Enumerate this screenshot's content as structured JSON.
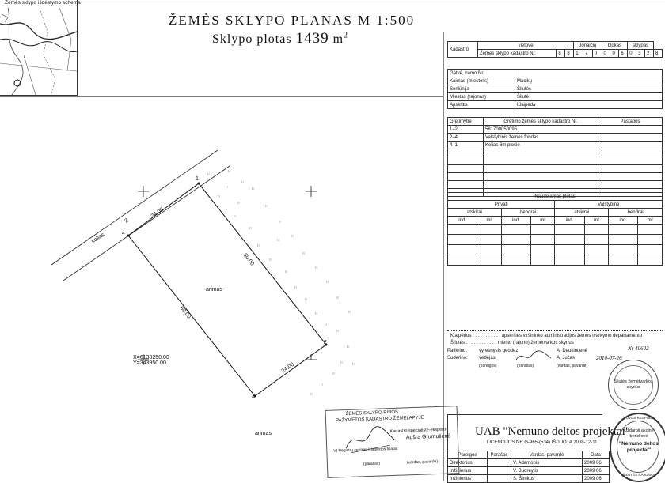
{
  "inset": {
    "caption": "Žemės sklypo išdėstymo schema"
  },
  "title": {
    "line1": "ŽEMĖS   SKLYPO   PLANAS   M 1:500",
    "area_label": "Sklypo   plotas",
    "area_value": "1439",
    "area_unit": "m",
    "area_exp": "2"
  },
  "cadastre": {
    "label": "Kadastro",
    "vietove_label": "vietovė",
    "vietove_value": "Jonaičių",
    "blokas_label": "blokas",
    "sklypas_label": "sklypas",
    "kadastro_nr_label": "Žemės sklypo   kadastro Nr.",
    "digits": [
      "8",
      "8",
      "1",
      "7",
      "0",
      "0",
      "0",
      "6",
      "0",
      "3",
      "2",
      "8"
    ]
  },
  "address": {
    "rows": [
      {
        "label": "Gatvė, namo Nr.",
        "value": ""
      },
      {
        "label": "Kaimas (miestelis)",
        "value": "Macikų"
      },
      {
        "label": "Seniūnija",
        "value": "Šilutės"
      },
      {
        "label": "Miestas (rajonas)",
        "value": "Šilutė"
      },
      {
        "label": "Apskritis",
        "value": "Klaipėda"
      }
    ]
  },
  "neighbors": {
    "headers": [
      "Gretimybė",
      "Gretimo žemės sklypo kadastro Nr.",
      "Pastabos"
    ],
    "rows": [
      {
        "g": "1–2",
        "nr": "581700050095",
        "note": ""
      },
      {
        "g": "2–4",
        "nr": "Valstybinis žemės fondas",
        "note": ""
      },
      {
        "g": "4–1",
        "nr": "Kelias 8m pločio",
        "note": ""
      }
    ]
  },
  "usage": {
    "title": "Naudojamas plotas",
    "private_label": "Privati",
    "state_label": "Valstybinė",
    "atskirai": "atskirai",
    "bendrai": "bendrai",
    "ind": "ind.",
    "m2": "m²"
  },
  "approval": {
    "line1_left": "Klaipėdos",
    "line1_right": "apskrities viršininko administracijos žemės tvarkymo departamento",
    "line2_left": "Šilutės",
    "line2_right": "miesto (rajono) žemėtvarkos skyrius",
    "palikrino_label": "Patikrino:",
    "palikrino_role": "vyresnysis geodez.",
    "palikrino_name": "A. Daukintienė",
    "suderino_label": "Suderino:",
    "suderino_role": "vedėjas",
    "suderino_name": "A. Jučas",
    "suderino_date": "2010-07-26",
    "sig_number": "Nr 40602",
    "col_pareigos": "(pareigos)",
    "col_parasas": "(parašas)",
    "col_vardas": "(vardas, pavardė)"
  },
  "company": {
    "name": "UAB \"Nemuno deltos projektai\"",
    "license": "LICENCIJOS NR.G-965-(534) IŠDUOTA 2008-12-11",
    "headers": [
      "Pareigos",
      "Parašas",
      "Vardas, pavardė",
      "Data"
    ],
    "rows": [
      {
        "role": "Direktorius",
        "name": "V. Adamonis",
        "date": "2009 06"
      },
      {
        "role": "Inžinierius",
        "name": "V. Budreytis",
        "date": "2009 06"
      },
      {
        "role": "Inžinierius",
        "name": "S. Šimkus",
        "date": "2009 06"
      }
    ]
  },
  "registry_stamp": {
    "line1": "ŽEMĖS SKLYPO RIBOS",
    "line2": "PAŽYMĖTOS KADASTRO ŽEMĖLAPYJE",
    "line3": "Kadastro specialistė-ekspertė",
    "line4": "Aušra Grumulienė",
    "line5": "VĮ Registrų centras Klaipėdos filialas",
    "col_parasas": "(parašas)",
    "col_vardas": "(vardas, pavardė)"
  },
  "plan": {
    "road_label": "kelias",
    "road_width": "2",
    "arimas_inside": "arimas",
    "arimas_below": "arimas",
    "coord_x": "X=6138250.00",
    "coord_y": "Y=343950.00",
    "edge_top": "24.00",
    "edge_right": "60.00",
    "edge_left": "60.00",
    "edge_bottom": "24.00",
    "pt1": "1",
    "pt2": "2",
    "pt3": "3",
    "pt4": "4"
  },
  "round_stamps": {
    "silute_text": "Šilutės žemėtvarkos skyrius",
    "company_stamp_line1": "Uždaroji akcinė bendrovė",
    "company_stamp_line2": "\"Nemuno deltos projektai\"",
    "company_stamp_line3": "LIETUVOS RESPUBLIKA",
    "company_stamp_line4": "ŠILUTĖS RAJONAS"
  }
}
